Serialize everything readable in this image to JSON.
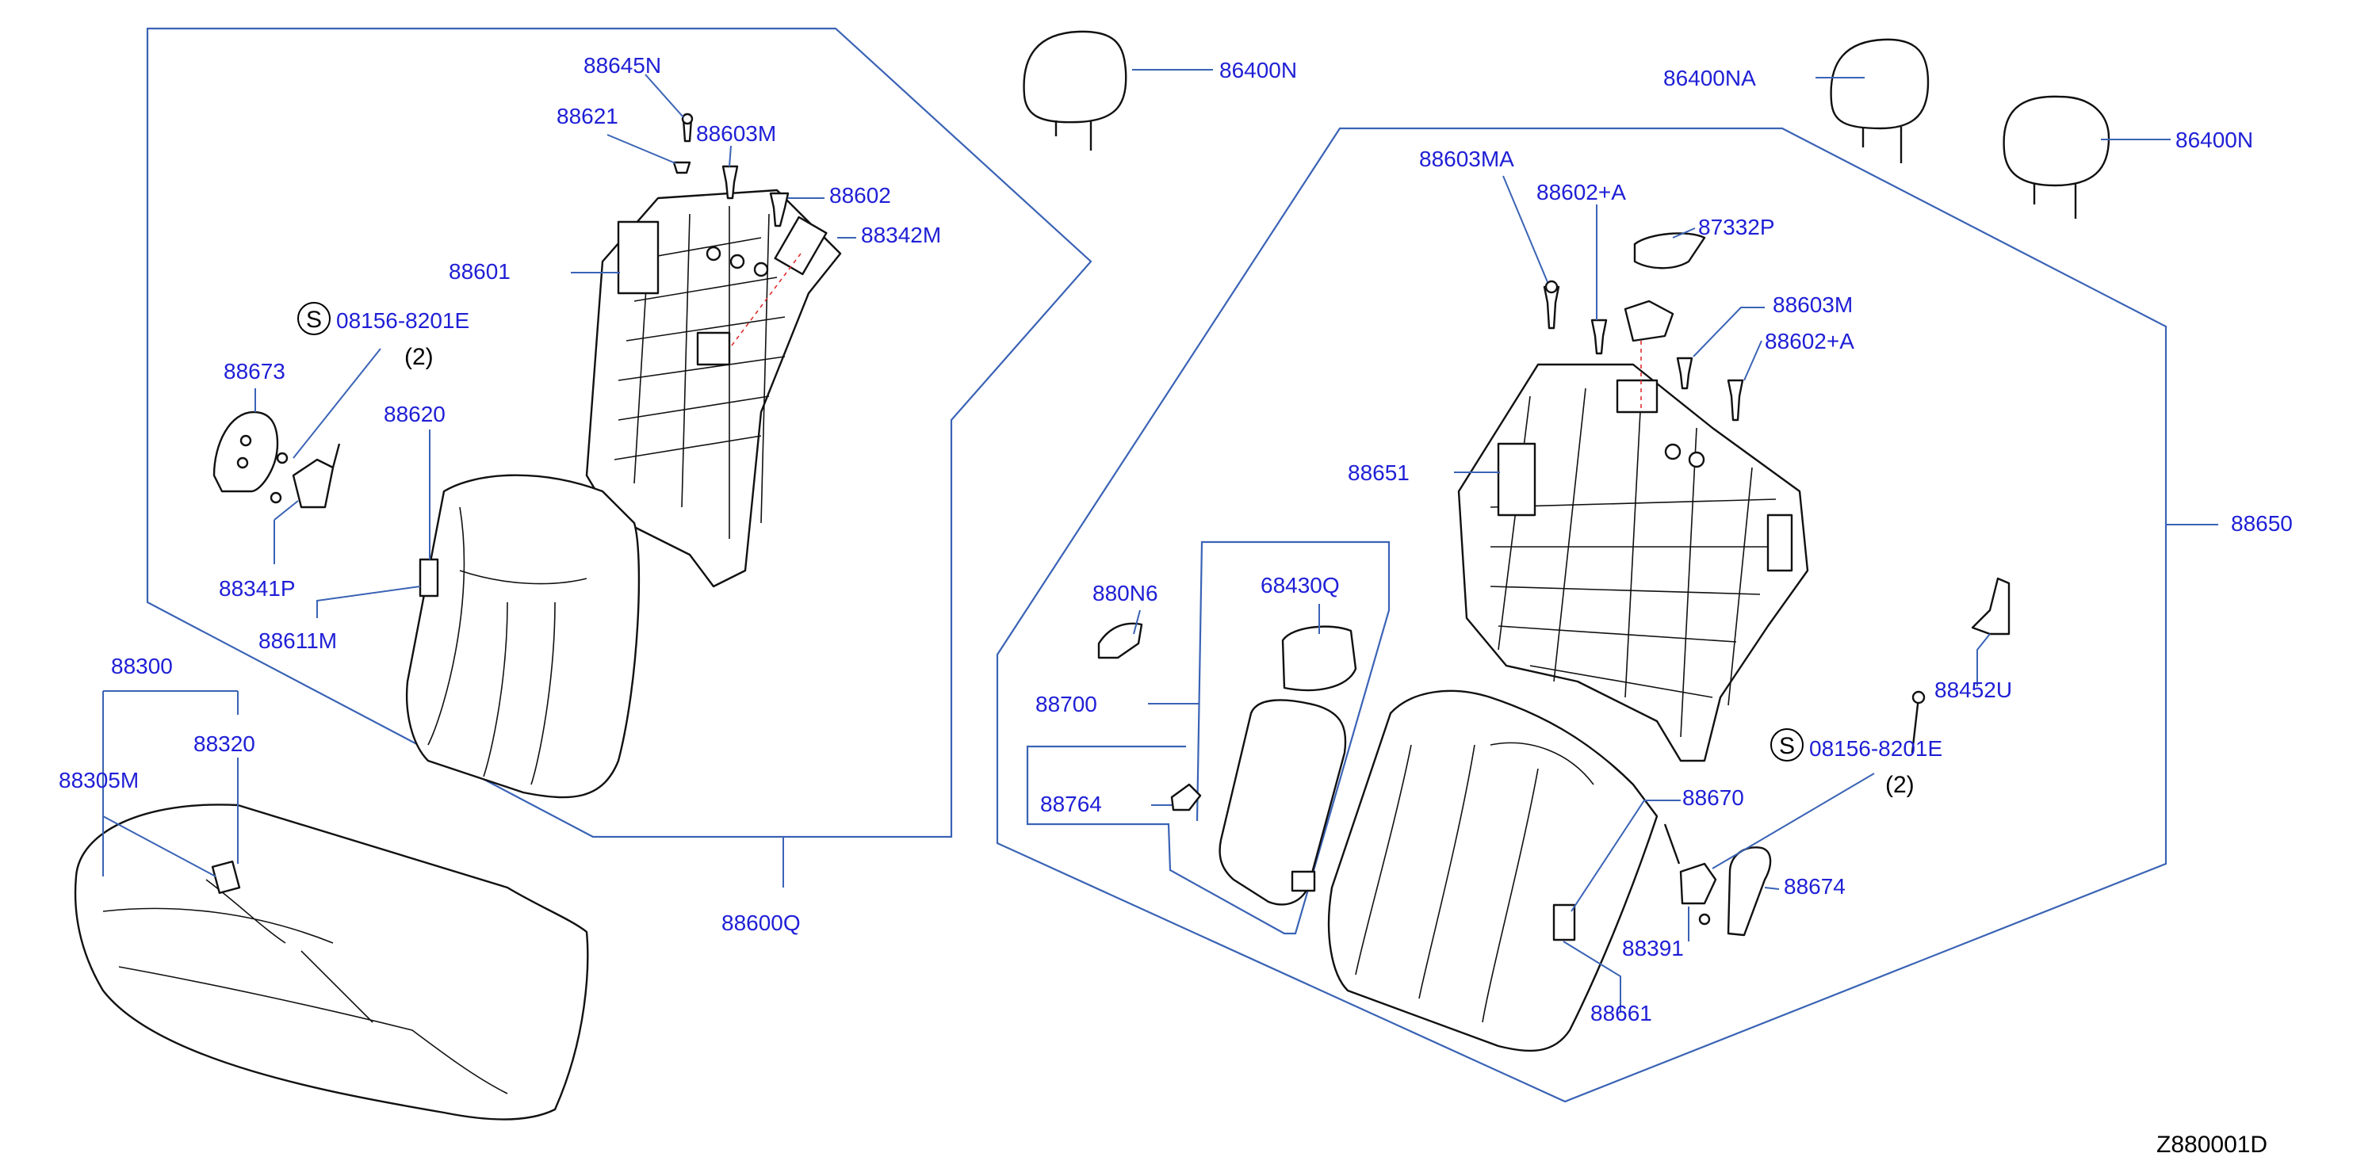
{
  "diagram": {
    "title_code": "Z880001D",
    "part_labels": {
      "p86400N_left": "86400N",
      "p86400NA": "86400NA",
      "p86400N_right": "86400N",
      "p88645N": "88645N",
      "p88621": "88621",
      "p88603M_left": "88603M",
      "p88602": "88602",
      "p88342M": "88342M",
      "p88601": "88601",
      "p08156_left": "08156-8201E",
      "p88673": "88673",
      "p88620": "88620",
      "p88341P": "88341P",
      "p88611M": "88611M",
      "p88300": "88300",
      "p88305M": "88305M",
      "p88320": "88320",
      "p88600Q": "88600Q",
      "p88603MA": "88603MA",
      "p88602A_top": "88602+A",
      "p87332P": "87332P",
      "p88603M_right": "88603M",
      "p88602A_mid": "88602+A",
      "p88651": "88651",
      "p88650": "88650",
      "p880N6": "880N6",
      "p68430Q": "68430Q",
      "p88700": "88700",
      "p88452U": "88452U",
      "p08156_right": "08156-8201E",
      "p88764": "88764",
      "p88670": "88670",
      "p88674": "88674",
      "p88391": "88391",
      "p88661": "88661"
    },
    "quantities": {
      "qty_left": "(2)",
      "qty_right": "(2)"
    },
    "symbols": {
      "s_left": "S",
      "s_right": "S"
    },
    "colors": {
      "label": "#1f1fd6",
      "leader": "#3a63b5",
      "part_outline": "#111111"
    }
  }
}
